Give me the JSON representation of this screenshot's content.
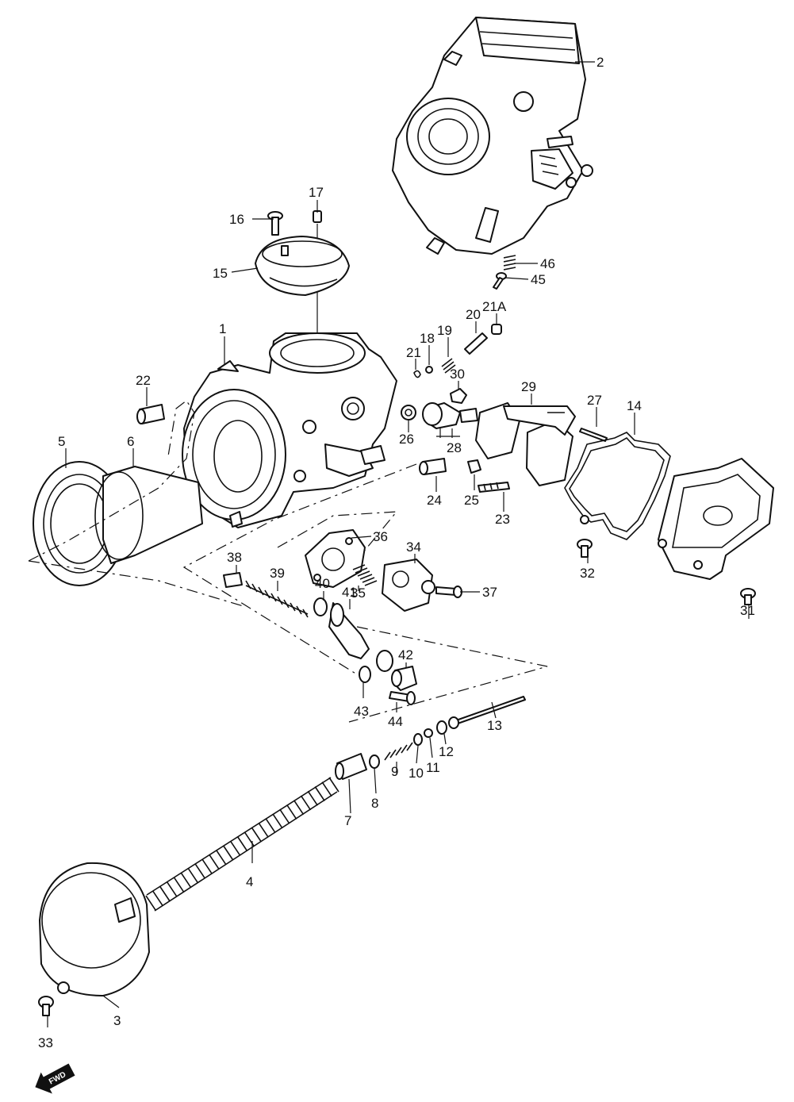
{
  "callouts": [
    {
      "id": "2",
      "label": "2"
    },
    {
      "id": "16",
      "label": "16"
    },
    {
      "id": "17",
      "label": "17"
    },
    {
      "id": "15",
      "label": "15"
    },
    {
      "id": "46",
      "label": "46"
    },
    {
      "id": "45",
      "label": "45"
    },
    {
      "id": "21A",
      "label": "21A"
    },
    {
      "id": "20",
      "label": "20"
    },
    {
      "id": "19",
      "label": "19"
    },
    {
      "id": "18",
      "label": "18"
    },
    {
      "id": "21",
      "label": "21"
    },
    {
      "id": "1",
      "label": "1"
    },
    {
      "id": "22",
      "label": "22"
    },
    {
      "id": "30",
      "label": "30"
    },
    {
      "id": "29",
      "label": "29"
    },
    {
      "id": "27",
      "label": "27"
    },
    {
      "id": "14",
      "label": "14"
    },
    {
      "id": "5",
      "label": "5"
    },
    {
      "id": "6",
      "label": "6"
    },
    {
      "id": "26",
      "label": "26"
    },
    {
      "id": "28",
      "label": "28"
    },
    {
      "id": "24",
      "label": "24"
    },
    {
      "id": "25",
      "label": "25"
    },
    {
      "id": "23",
      "label": "23"
    },
    {
      "id": "36",
      "label": "36"
    },
    {
      "id": "34",
      "label": "34"
    },
    {
      "id": "32",
      "label": "32"
    },
    {
      "id": "38",
      "label": "38"
    },
    {
      "id": "39",
      "label": "39"
    },
    {
      "id": "35",
      "label": "35"
    },
    {
      "id": "37",
      "label": "37"
    },
    {
      "id": "40",
      "label": "40"
    },
    {
      "id": "41",
      "label": "41"
    },
    {
      "id": "31",
      "label": "31"
    },
    {
      "id": "42",
      "label": "42"
    },
    {
      "id": "43",
      "label": "43"
    },
    {
      "id": "44",
      "label": "44"
    },
    {
      "id": "13",
      "label": "13"
    },
    {
      "id": "12",
      "label": "12"
    },
    {
      "id": "11",
      "label": "11"
    },
    {
      "id": "10",
      "label": "10"
    },
    {
      "id": "9",
      "label": "9"
    },
    {
      "id": "8",
      "label": "8"
    },
    {
      "id": "7",
      "label": "7"
    },
    {
      "id": "4",
      "label": "4"
    },
    {
      "id": "3",
      "label": "3"
    },
    {
      "id": "33",
      "label": "33"
    }
  ],
  "direction_badge": {
    "label": "FWD",
    "icon": "fwd-arrow-icon"
  }
}
